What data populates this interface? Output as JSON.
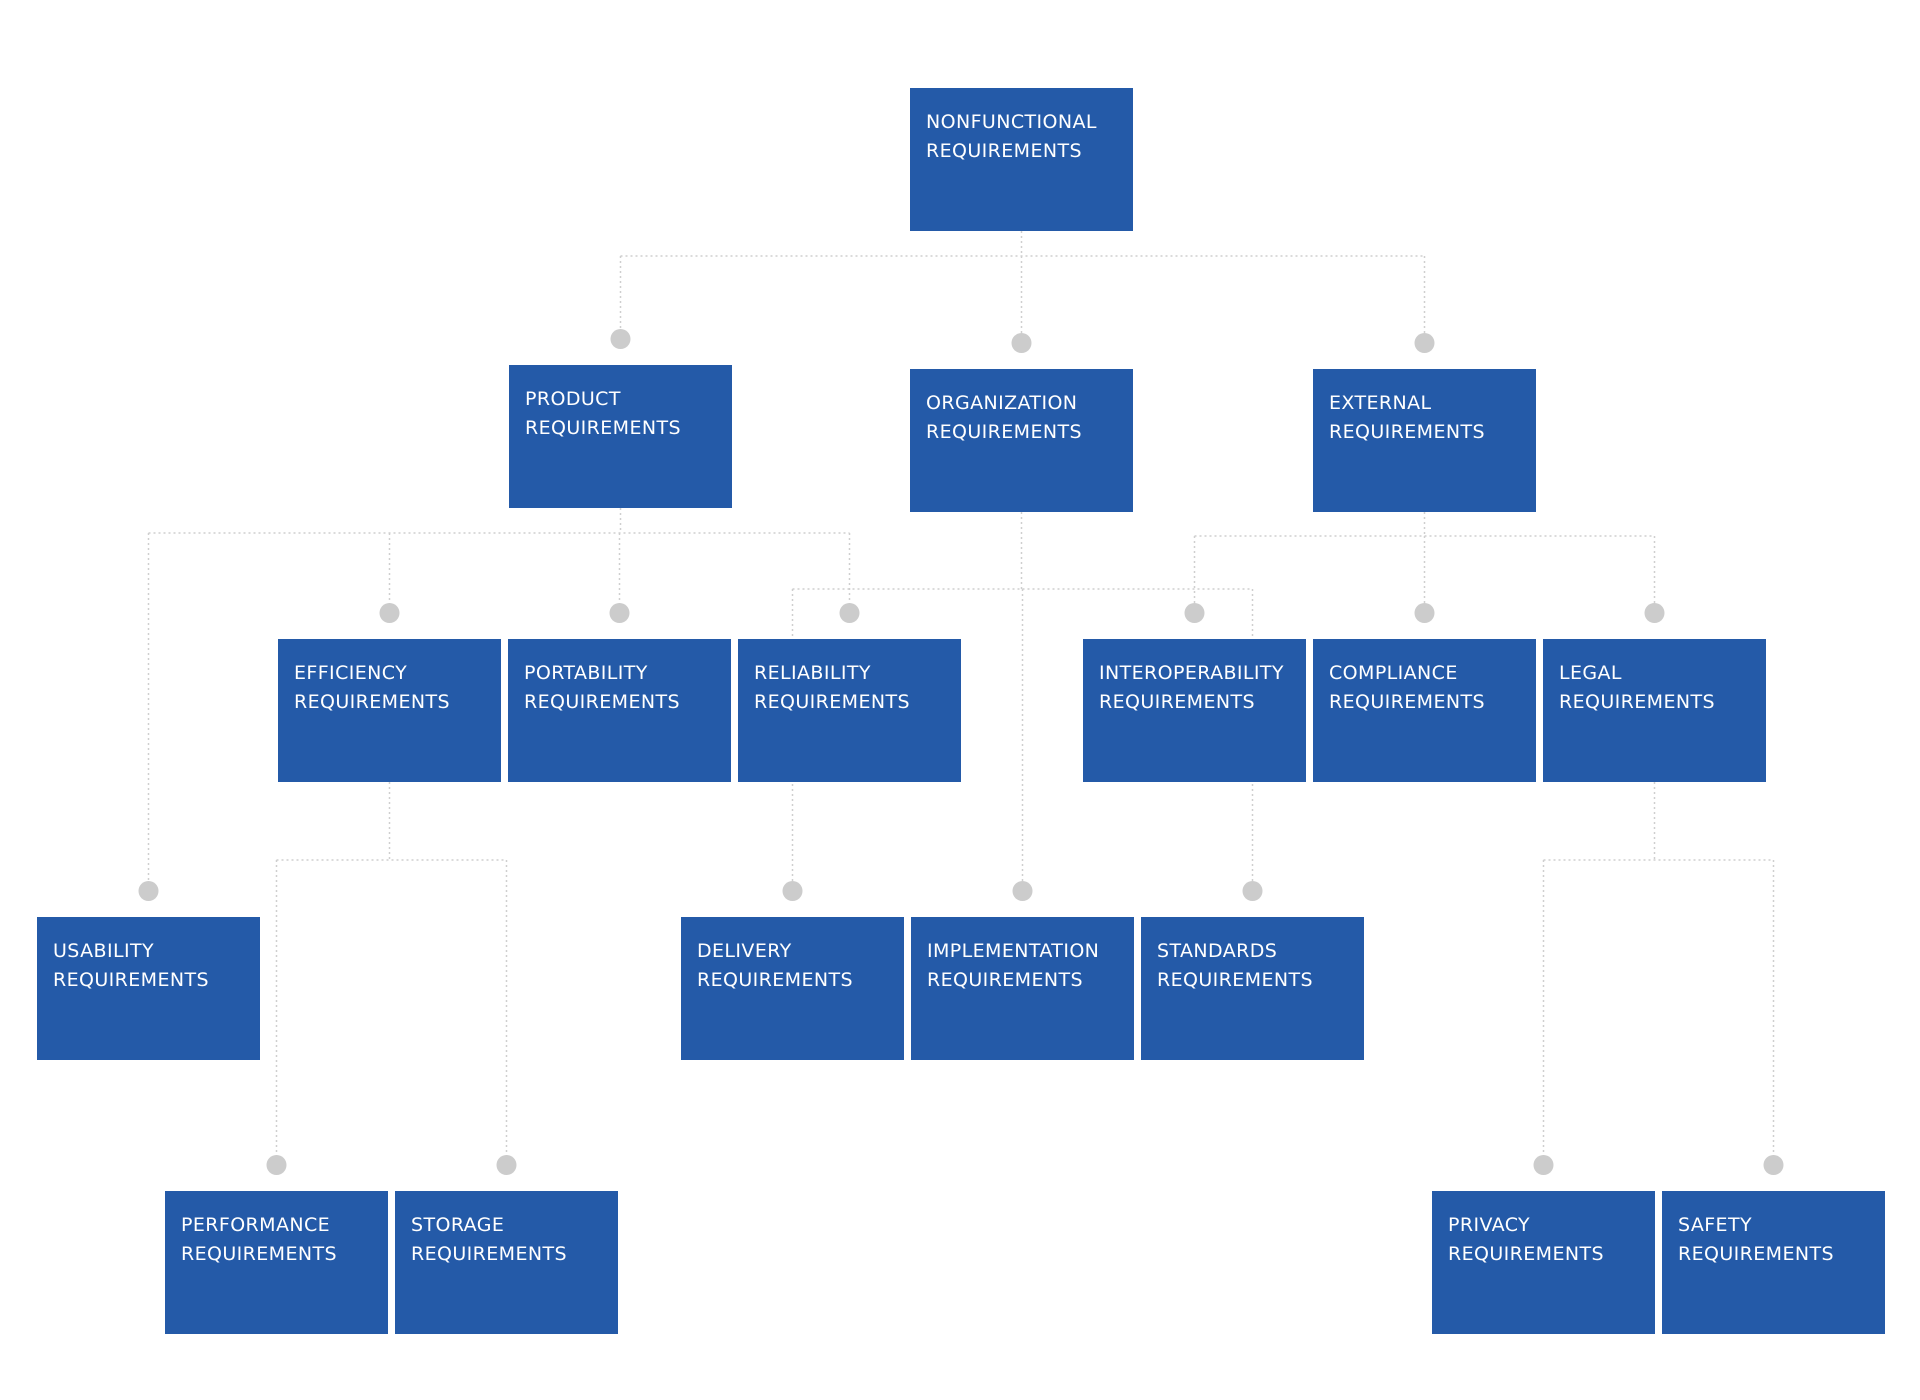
{
  "diagram": {
    "type": "hierarchy",
    "colors": {
      "box": "#245aa8",
      "text": "#ffffff",
      "connector": "#cfcfcf",
      "dot": "#cccccc"
    },
    "nodes": {
      "nonfunctional": {
        "line1": "NONFUNCTIONAL",
        "line2": "REQUIREMENTS"
      },
      "product": {
        "line1": "PRODUCT",
        "line2": "REQUIREMENTS"
      },
      "organization": {
        "line1": "ORGANIZATION",
        "line2": "REQUIREMENTS"
      },
      "external": {
        "line1": "EXTERNAL",
        "line2": "REQUIREMENTS"
      },
      "efficiency": {
        "line1": "EFFICIENCY",
        "line2": "REQUIREMENTS"
      },
      "portability": {
        "line1": "PORTABILITY",
        "line2": "REQUIREMENTS"
      },
      "reliability": {
        "line1": "RELIABILITY",
        "line2": "REQUIREMENTS"
      },
      "interoperability": {
        "line1": "INTEROPERABILITY",
        "line2": "REQUIREMENTS"
      },
      "compliance": {
        "line1": "COMPLIANCE",
        "line2": "REQUIREMENTS"
      },
      "legal": {
        "line1": "LEGAL",
        "line2": "REQUIREMENTS"
      },
      "usability": {
        "line1": "USABILITY",
        "line2": "REQUIREMENTS"
      },
      "delivery": {
        "line1": "DELIVERY",
        "line2": "REQUIREMENTS"
      },
      "implementation": {
        "line1": "IMPLEMENTATION",
        "line2": "REQUIREMENTS"
      },
      "standards": {
        "line1": "STANDARDS",
        "line2": "REQUIREMENTS"
      },
      "performance": {
        "line1": "PERFORMANCE",
        "line2": "REQUIREMENTS"
      },
      "storage": {
        "line1": "STORAGE",
        "line2": "REQUIREMENTS"
      },
      "privacy": {
        "line1": "PRIVACY",
        "line2": "REQUIREMENTS"
      },
      "safety": {
        "line1": "SAFETY",
        "line2": "REQUIREMENTS"
      }
    },
    "edges": [
      [
        "nonfunctional",
        "product"
      ],
      [
        "nonfunctional",
        "organization"
      ],
      [
        "nonfunctional",
        "external"
      ],
      [
        "product",
        "usability"
      ],
      [
        "product",
        "efficiency"
      ],
      [
        "product",
        "portability"
      ],
      [
        "product",
        "reliability"
      ],
      [
        "organization",
        "delivery"
      ],
      [
        "organization",
        "implementation"
      ],
      [
        "organization",
        "standards"
      ],
      [
        "external",
        "interoperability"
      ],
      [
        "external",
        "compliance"
      ],
      [
        "external",
        "legal"
      ],
      [
        "efficiency",
        "performance"
      ],
      [
        "efficiency",
        "storage"
      ],
      [
        "legal",
        "privacy"
      ],
      [
        "legal",
        "safety"
      ]
    ]
  }
}
